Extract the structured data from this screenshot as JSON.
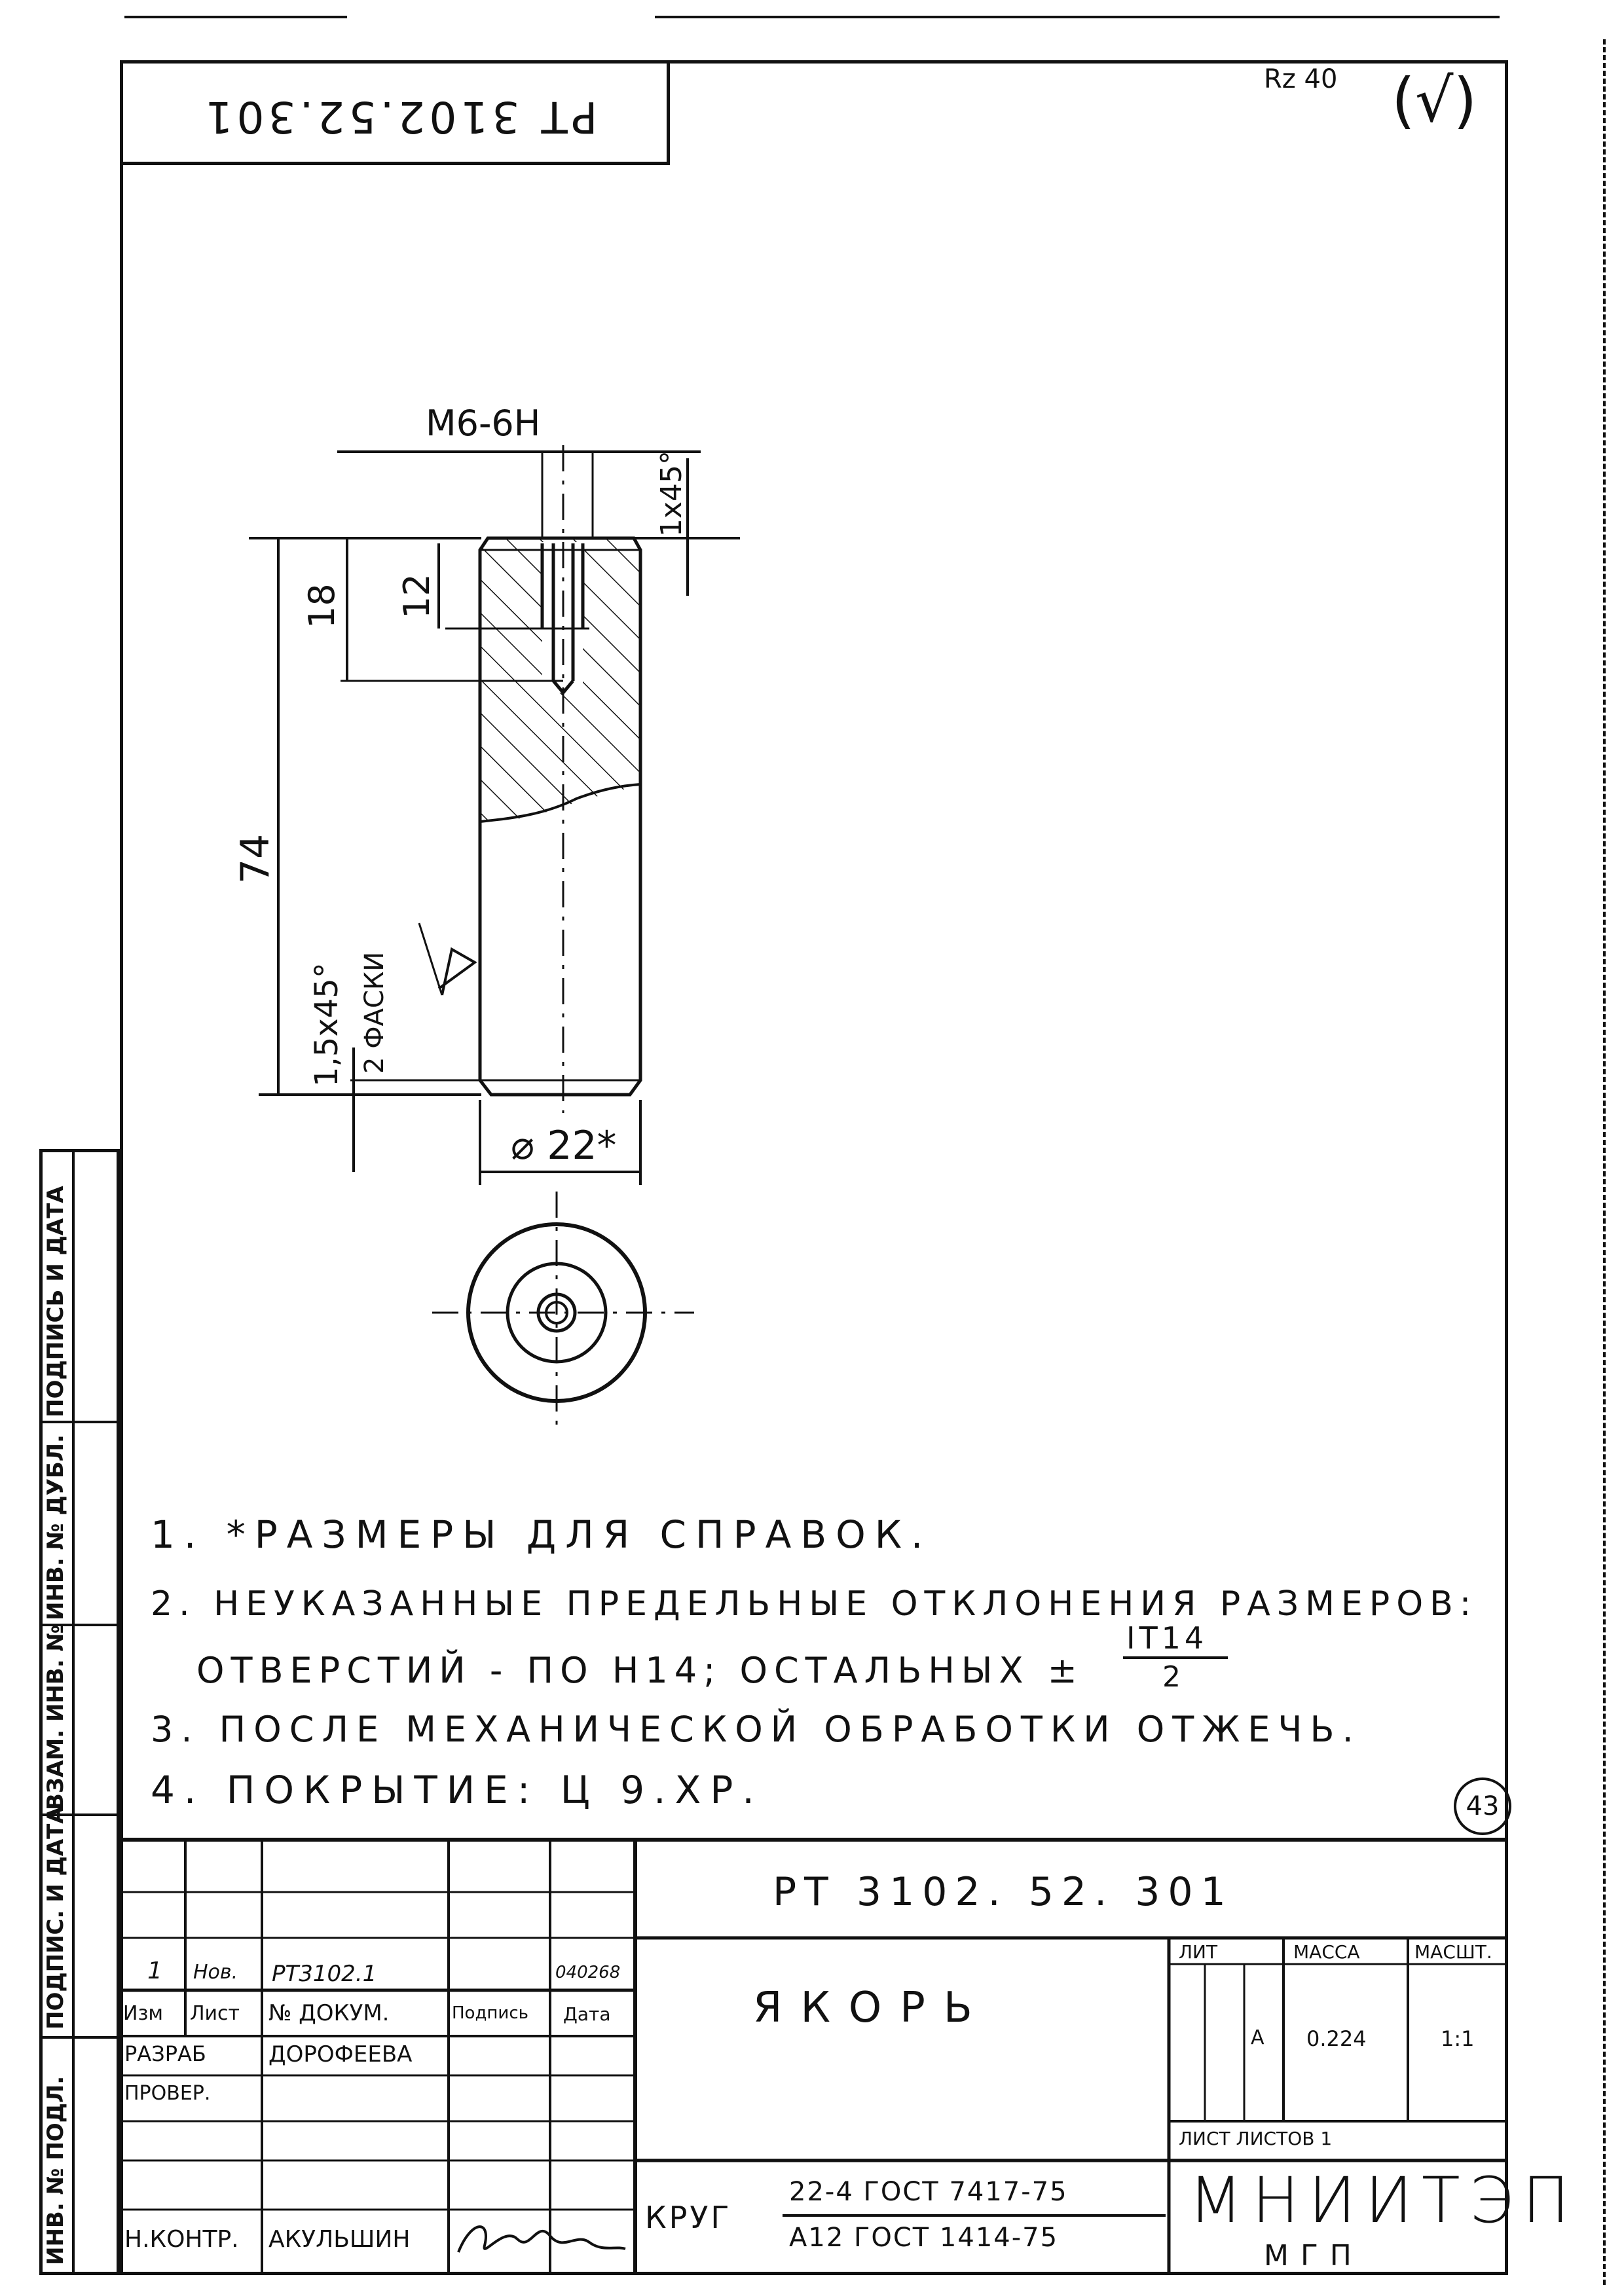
{
  "header": {
    "mirrored_code": "РТ 3102.52.301",
    "roughness_label": "Rz 40",
    "roughness_mark": "(√)"
  },
  "drawing": {
    "thread": "М6-6Н",
    "chamfer_top": "1х45°",
    "dim_12": "12",
    "dim_18": "18",
    "dim_74": "74",
    "chamfer_bottom": "1,5х45°",
    "chamfer_count": "2 ФАСКИ",
    "diameter": "⌀ 22*"
  },
  "notes": {
    "n1": "1. *РАЗМЕРЫ ДЛЯ СПРАВОК.",
    "n2": "2. НЕУКАЗАННЫЕ ПРЕДЕЛЬНЫЕ ОТКЛОНЕНИЯ РАЗМЕРОВ:",
    "n2b": "ОТВЕРСТИЙ - ПО Н14; ОСТАЛЬНЫХ ±",
    "n2_frac_num": "IT14",
    "n2_frac_den": "2",
    "n3": "3. ПОСЛЕ МЕХАНИЧЕСКОЙ ОБРАБОТКИ ОТЖЕЧЬ.",
    "n4": "4. ПОКРЫТИЕ: Ц 9.ХР.",
    "page_number": "43"
  },
  "side_stamp": {
    "c1": "ПОДПИСЬ И ДАТА",
    "c2": "ИНВ. № ДУБЛ.",
    "c3": "ВЗАМ. ИНВ. №",
    "c4": "ПОДПИС. И ДАТА",
    "c5": "ИНВ. № ПОДЛ."
  },
  "title_block": {
    "doc_code": "РТ 3102. 52. 301",
    "title": "ЯКОРЬ",
    "rev_change": "1",
    "rev_sheet": "Нов.",
    "rev_doc": "РТ3102.1",
    "rev_date": "040268",
    "hdr_izm": "Изм",
    "hdr_list": "Лист",
    "hdr_doc": "№ ДОКУМ.",
    "hdr_sign": "Подпись",
    "hdr_date": "Дата",
    "razrab": "РАЗРАБ",
    "razrab_name": "ДОРОФЕЕВА",
    "prover": "ПРОВЕР.",
    "nkontr": "Н.КОНТР.",
    "nkontr_name": "АКУЛЬШИН",
    "lit_label": "ЛИТ",
    "mass_label": "МАССА",
    "scale_label": "МАСШТ.",
    "lit_value": "А",
    "mass_value": "0.224",
    "scale_value": "1:1",
    "sheet_info": "ЛИСТ   ЛИСТОВ 1",
    "material_name": "КРУГ",
    "material_line1": "22-4 ГОСТ 7417-75",
    "material_line2": "А12 ГОСТ 1414-75",
    "org_name": "МНИИТЭП",
    "org_sub": "МГП"
  }
}
